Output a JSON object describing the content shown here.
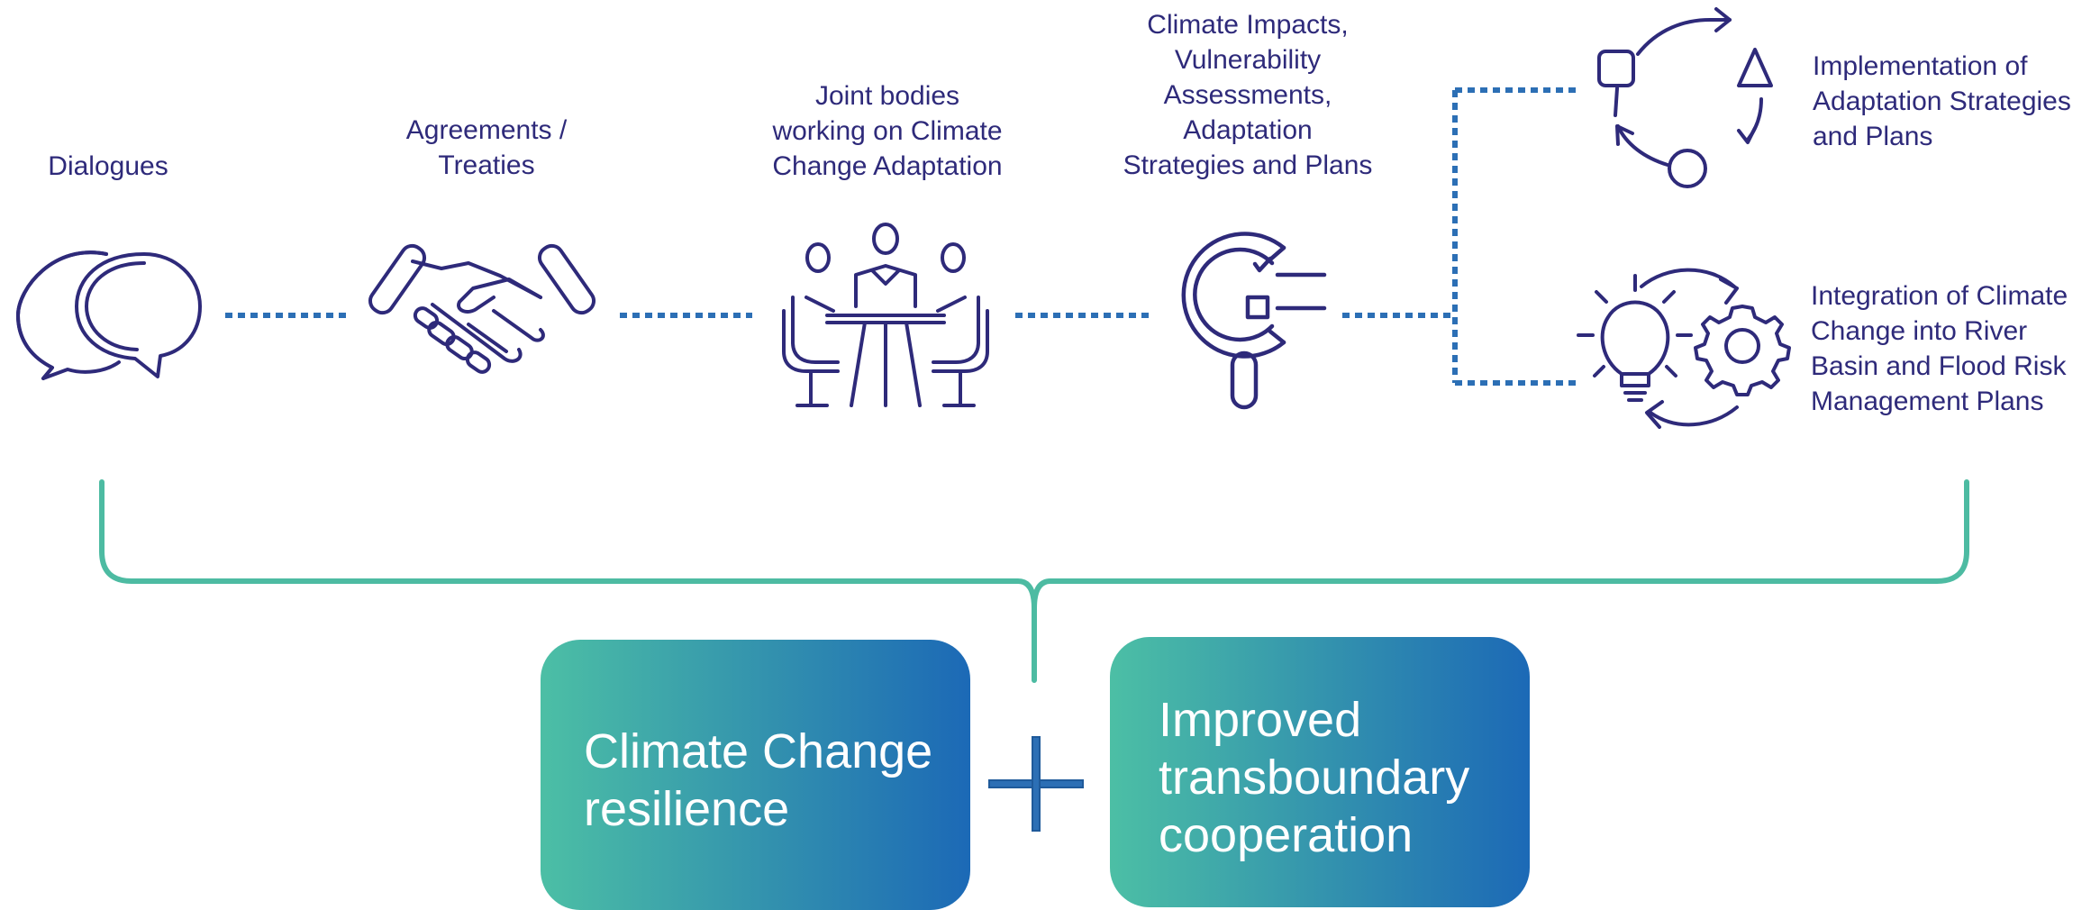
{
  "steps": [
    {
      "label_lines": [
        "Dialogues"
      ],
      "icon": "speech-bubbles-icon"
    },
    {
      "label_lines": [
        "Agreements  /",
        "Treaties"
      ],
      "icon": "handshake-icon"
    },
    {
      "label_lines": [
        "Joint bodies",
        "working on Climate",
        "Change Adaptation"
      ],
      "icon": "meeting-table-icon"
    },
    {
      "label_lines": [
        "Climate Impacts,",
        "Vulnerability",
        "Assessments,",
        "Adaptation",
        "Strategies and Plans"
      ],
      "icon": "assessment-magnifier-icon"
    }
  ],
  "branches": [
    {
      "label_lines": [
        "Implementation of",
        "Adaptation Strategies",
        "and Plans"
      ],
      "icon": "cycle-shapes-icon"
    },
    {
      "label_lines": [
        "Integration of Climate",
        "Change into River",
        "Basin and Flood Risk",
        "Management Plans"
      ],
      "icon": "lightbulb-gear-icon"
    }
  ],
  "outcomes": [
    {
      "lines": [
        "Climate Change",
        "resilience"
      ]
    },
    {
      "lines": [
        "Improved",
        "transboundary",
        "cooperation"
      ]
    }
  ],
  "plus_symbol": "+",
  "colors": {
    "text": "#2e2a7a",
    "icon_stroke": "#2e2a7a",
    "connector": "#2c6fb5",
    "brace": "#4dbba2",
    "gradient_start": "#4cbfa5",
    "gradient_end": "#1c69b6"
  }
}
